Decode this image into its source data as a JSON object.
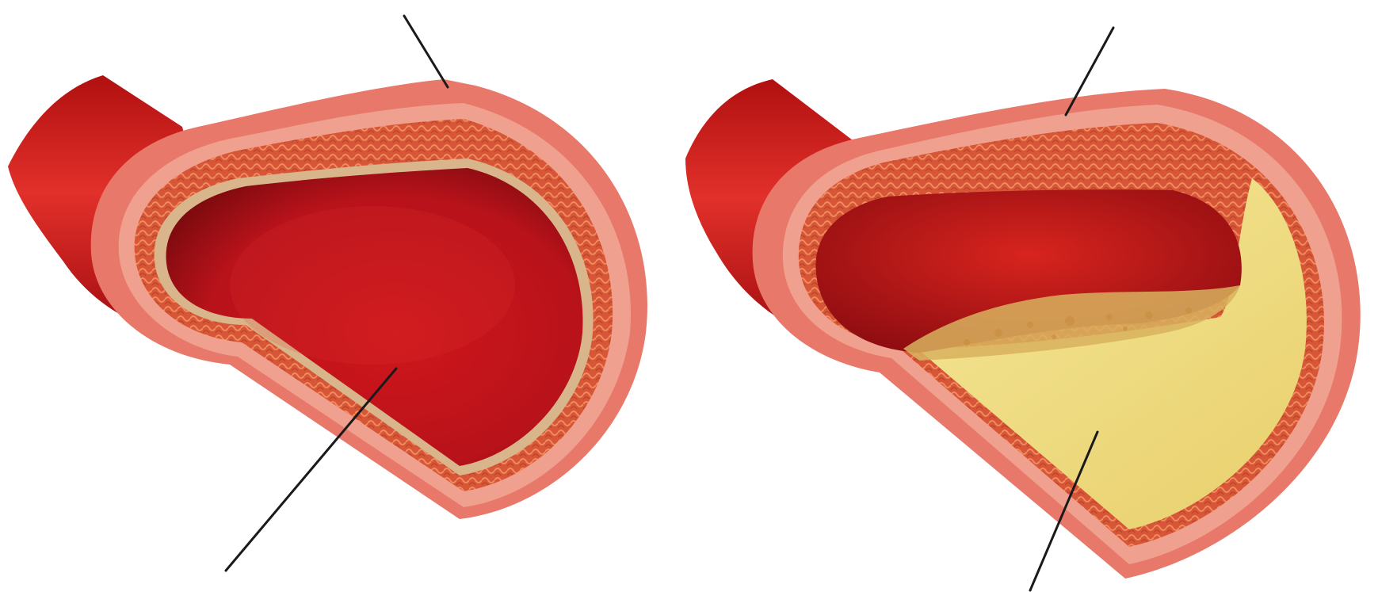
{
  "diagram": {
    "panels": [
      {
        "name": "healthy-artery",
        "lumen_state": "open"
      },
      {
        "name": "narrowed-artery",
        "lumen_state": "partially-blocked-by-plaque"
      }
    ],
    "leader_lines": [
      {
        "name": "wall-pointer-left",
        "points_to": "artery-wall"
      },
      {
        "name": "lumen-pointer-left",
        "points_to": "lumen"
      },
      {
        "name": "wall-pointer-right",
        "points_to": "artery-wall"
      },
      {
        "name": "plaque-pointer-right",
        "points_to": "plaque"
      }
    ],
    "colors": {
      "blood": "#c8141a",
      "blood_dark": "#8e0a10",
      "wall_outer": "#e87868",
      "wall_cut": "#f2a896",
      "muscle": "#d8502e",
      "intima": "#d9b58c",
      "plaque": "#f1e08a",
      "plaque_edge": "#d8b15e",
      "leader": "#1a1a1a"
    }
  }
}
